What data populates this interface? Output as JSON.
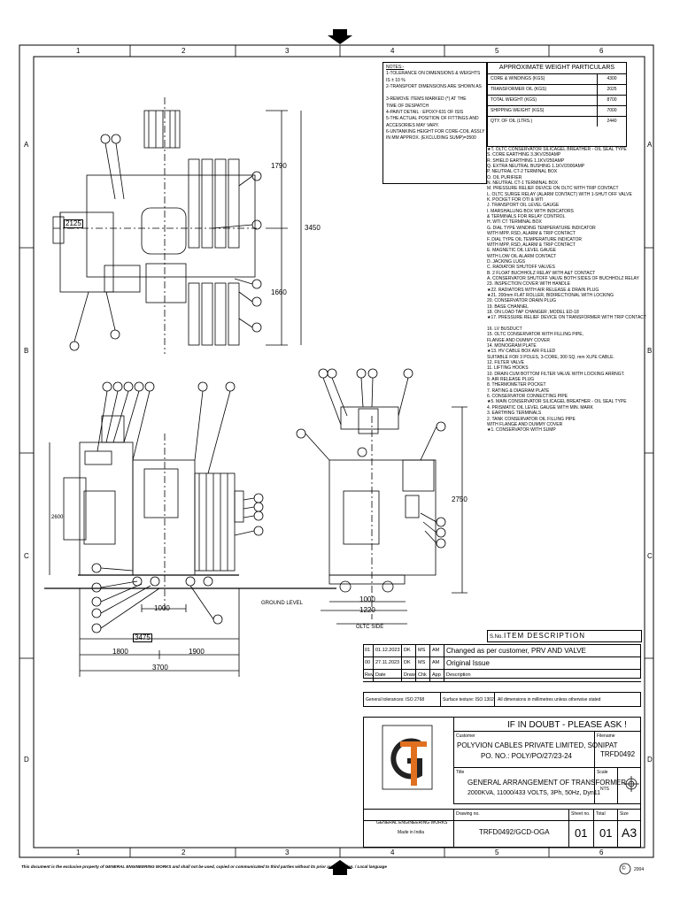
{
  "grid": {
    "top_numbers": [
      "1",
      "2",
      "3",
      "4",
      "5",
      "6"
    ],
    "bottom_numbers": [
      "1",
      "2",
      "3",
      "4",
      "5",
      "6"
    ],
    "side_letters": [
      "A",
      "B",
      "C",
      "D"
    ]
  },
  "notes": {
    "title": "NOTES:-",
    "lines": [
      "1-TOLERANCE ON DIMENSIONS & WEIGHTS",
      "   IS ± 10 %",
      "2-TRANSPORT DIMENSIONS ARE SHOWN AS",
      "",
      "3-REMOVE ITEMS MARKED (*) AT THE",
      "   TIME OF DESPATCH",
      "4-PAINT DETAIL : EPOXY-631 OF ISIS",
      "5-THE ACTUAL POSITION OF FITTINGS AND",
      "   ACCESORIES MAY VARY.",
      "6-UNTANKING HEIGHT FOR CORE-COIL ASSLY",
      "   IN MM APPROX. (EXCLUDING SUMP)=3500"
    ]
  },
  "weights": {
    "title": "APPROXIMATE WEIGHT PARTICULARS",
    "rows": [
      {
        "label": "CORE & WINDINGS (KGS)",
        "value": "4300"
      },
      {
        "label": "TRANSFORMER OIL (KGS)",
        "value": "2025"
      },
      {
        "label": "TOTAL WEIGHT (KGS)",
        "value": "8700"
      },
      {
        "label": "SHIPPING WEIGHT (KGS)",
        "value": "7000"
      },
      {
        "label": "QTY. OF OIL (LTRS.)",
        "value": "2440"
      }
    ]
  },
  "items": [
    "★T. OLTC CONSERVATOR SILICAGEL BREATHER - OIL SEAL TYPE",
    "S. CORE EARTHING 3.3KV/250AMP",
    "R. SHIELD EARTHING 1.1KV/250AMP",
    "Q. EXTRA NEUTRAL BUSHING 1.1KV/2000AMP",
    "P. NEUTRAL CT-2 TERMINAL BOX",
    "O. OIL PURIFIER",
    "N. NEUTRAL CT-1 TERMINAL BOX",
    "M. PRESSURE RELIEF DEVICE ON OLTC WITH TRIP CONTACT",
    "L. OLTC SURGE RELAY (ALARM CONTACT) WITH 1-SHUT OFF VALVE",
    "K. POCKET FOR OTI & WTI",
    "J. TRANSPORT OIL LEVEL GAUGE",
    "I. MARSHALLING BOX WITH INDICATORS",
    "   & TERMINALS FOR RELAY CONTROL",
    "H. WTI CT TERMINAL BOX",
    "G. DIAL TYPE WINDING TEMPERATURE INDICATOR",
    "   WITH MPP, RSD, ALARM & TRIP CONTACT",
    "F. DIAL TYPE OIL TEMPERATURE INDICATOR",
    "   WITH MPP, RSD, ALARM & TRIP CONTACT",
    "E. MAGNETIC OIL LEVEL GAUGE",
    "   WITH LOW OIL ALARM CONTACT",
    "D. JACKING LUGS",
    "C. RADIATOR SHUTOFF VALVES",
    "B. 2 FLOAT BUCHHOLZ RELAY WITH A&T CONTACT",
    "A. CONSERVATOR SHUTOFF VALVE BOTH SIDES OF BUCHHOLZ RELAY",
    "23. INSPECTION COVER WITH HANDLE",
    "★22. RADIATORS WITH AIR RELEASE & DRAIN PLUG",
    "★21. 200mm FLAT ROLLER, BIDIRECTIONAL WITH LOCKING",
    "20. CONSERVATOR DRAIN PLUG",
    "19. BASE CHANNEL",
    "18. ON LOAD TAP CHANGER ,MODEL ED-18",
    "★17. PRESSURE RELIEF DEVICE ON TRANSFORMER WITH TRIP CONTACT",
    "",
    "16. LV BUSDUCT",
    "15. OLTC CONSERVATOR WITH FILLING PIPE,",
    "    FLANGE AND DUMMY COVER",
    "14. MONOGRAM PLATE",
    "★13. HV CABLE BOX AIR FILLED",
    "    SUITABLE FOR 3 POLES, 3-CORE, 300 SQ. mm XLPE CABLE.",
    "12. FILTER VALVE",
    "11. LIFTING HOOKS",
    "10. DRAIN CUM BOTTOM FILTER VALVE WITH LOCKING ARRNGT.",
    "9. AIR RELEASE PLUG",
    "8. THERMOMETER POCKET",
    "7. RATING & DIAGRAM PLATE",
    "6. CONSERVATOR CONNECTING PIPE",
    "★5. MAIN CONSERVATOR SILICAGEL BREATHER - OIL SEAL TYPE",
    "4. PRISMATIC OIL LEVEL GAUGE WITH MIN. MARK",
    "3. EARTHING TERMINALS",
    "2. TANK CONSERVATOR OIL FILLING PIPE",
    "   WITH FLANGE AND DUMMY COVER",
    "★1. CONSERVATOR WITH SUMP"
  ],
  "item_header": {
    "no": "S.No.",
    "desc": "ITEM DESCRIPTION"
  },
  "dimensions": {
    "d1790": "1790",
    "d3450": "3450",
    "d1660": "1660",
    "d2125": "2125",
    "d2600": "2600",
    "d1000a": "1000",
    "d3475": "3475",
    "d1800": "1800",
    "d1900": "1900",
    "d3700": "3700",
    "d2750": "2750",
    "d1000b": "1000",
    "d1220": "1220"
  },
  "labels": {
    "ground_level": "GROUND LEVEL",
    "oltc_side": "OLTC SIDE"
  },
  "revisions": {
    "rows": [
      {
        "rev": "01",
        "date": "01.12.2023",
        "draw": "DK",
        "chk": "MS",
        "app": "AM",
        "desc": "Changed as per customer, PRV AND VALVE"
      },
      {
        "rev": "00",
        "date": "27.11.2023",
        "draw": "DK",
        "chk": "MS",
        "app": "AM",
        "desc": "Original Issue"
      }
    ],
    "header": {
      "rev": "Rev",
      "date": "Date",
      "draw": "Draw",
      "chk": "Chk",
      "app": "App",
      "desc": "Description"
    }
  },
  "titleblock": {
    "general_tolerances": "General tolerances: ISO 2768",
    "surface_texture": "Surface texture: ISO 1302",
    "all_dimensions": "All dimensions in millimetres unless otherwise stated",
    "if_in_doubt": "IF IN DOUBT - PLEASE ASK !",
    "customer_label": "Customer",
    "customer_name": "POLYVION CABLES PRIVATE LIMITED, SONIPAT",
    "po_no": "PO. NO.: POLY/PO/27/23-24",
    "filename_label": "Filename",
    "filename": "TRFD0492",
    "title_label": "Title",
    "title_line1": "GENERAL ARRANGEMENT OF TRANSFORMER",
    "title_line2": "2000KVA, 11000/433 VOLTS, 3Ph, 50Hz, Dyn11",
    "scale_label": "Scale",
    "scale": "NTS",
    "company_line1": "GENERAL ENGINEERING WORKS",
    "company_line2": "Made in India",
    "drawing_no_label": "Drawing no.",
    "drawing_no": "TRFD0492/GCD-OGA",
    "sheet_no_label": "Sheet no.",
    "sheet_no": "01",
    "total_label": "Total",
    "total": "01",
    "size_label": "Size",
    "size": "A3"
  },
  "footer": {
    "disclaimer": "This document is the exclusive property of GENERAL ENGINEERING WORKS and shall not be used, copied or communicated to third parties without its prior authorisation. / Local language",
    "copyright_symbol": "©",
    "year": "2004"
  },
  "logo": {
    "letters": "GT",
    "color_orange": "#e07020",
    "color_dark": "#222222"
  }
}
